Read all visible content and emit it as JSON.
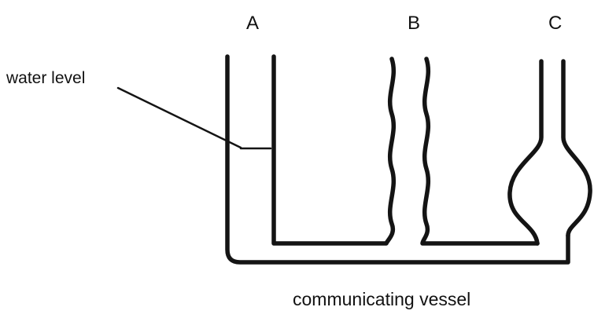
{
  "labels": {
    "vessel_a": "A",
    "vessel_b": "B",
    "vessel_c": "C",
    "water_level": "water level",
    "caption": "communicating vessel"
  }
}
